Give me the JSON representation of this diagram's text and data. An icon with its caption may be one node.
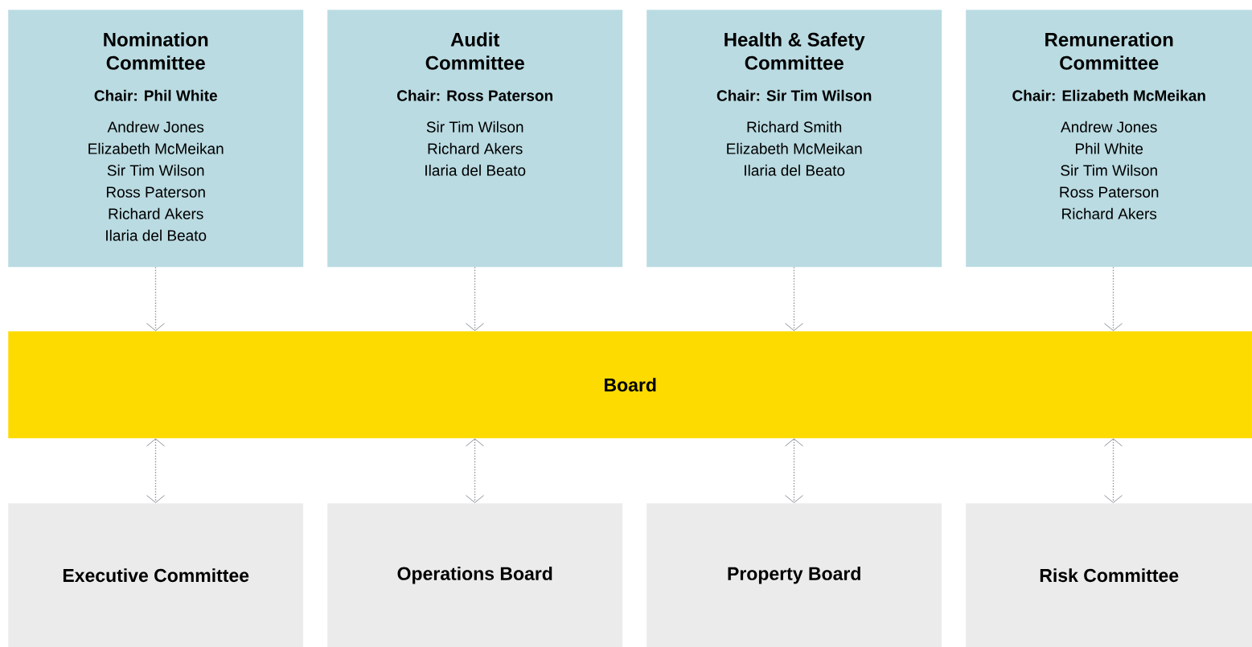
{
  "diagram": {
    "nodes": [
      {
        "text": [
          "Nomination Committee",
          "Chair: Phil White",
          "Andrew Jones",
          "Elizabeth McMeikan",
          "Sir Tim Wilson",
          "Ross Paterson",
          "Richard Akers",
          "Ilaria del Beato"
        ]
      },
      {
        "text": [
          "Audit Committee",
          "Chair: Ross Paterson",
          "Sir Tim Wilson",
          "Richard Akers",
          "Ilaria del Beato"
        ]
      },
      {
        "text": [
          "Health & Safety Committee",
          "Chair: Sir Tim Wilson",
          "Richard Smith",
          "Elizabeth McMeikan",
          "Ilaria del Beato"
        ]
      },
      {
        "text": [
          "Remuneration Committee",
          "Chair: Elizabeth McMeikan",
          "Andrew Jones",
          "Phil White",
          "Sir Tim Wilson",
          "Ross Paterson",
          "Richard Akers"
        ]
      },
      {
        "text": [
          "Board"
        ]
      },
      {
        "text": [
          "Executive Committee"
        ]
      },
      {
        "text": [
          "Operations Board"
        ]
      },
      {
        "text": [
          "Property Board"
        ]
      },
      {
        "text": [
          "Risk Committee"
        ]
      }
    ],
    "edges": [
      {
        "from": 0,
        "to": 4,
        "arrow": "to",
        "style": "dashed"
      },
      {
        "from": 1,
        "to": 4,
        "arrow": "to",
        "style": "dashed"
      },
      {
        "from": 2,
        "to": 4,
        "arrow": "to",
        "style": "dashed"
      },
      {
        "from": 3,
        "to": 4,
        "arrow": "to",
        "style": "dashed"
      },
      {
        "from": 4,
        "to": 5,
        "arrow": "both",
        "style": "dashed"
      },
      {
        "from": 4,
        "to": 6,
        "arrow": "both",
        "style": "dashed"
      },
      {
        "from": 4,
        "to": 7,
        "arrow": "both",
        "style": "dashed"
      },
      {
        "from": 4,
        "to": 8,
        "arrow": "both",
        "style": "dashed"
      }
    ]
  }
}
